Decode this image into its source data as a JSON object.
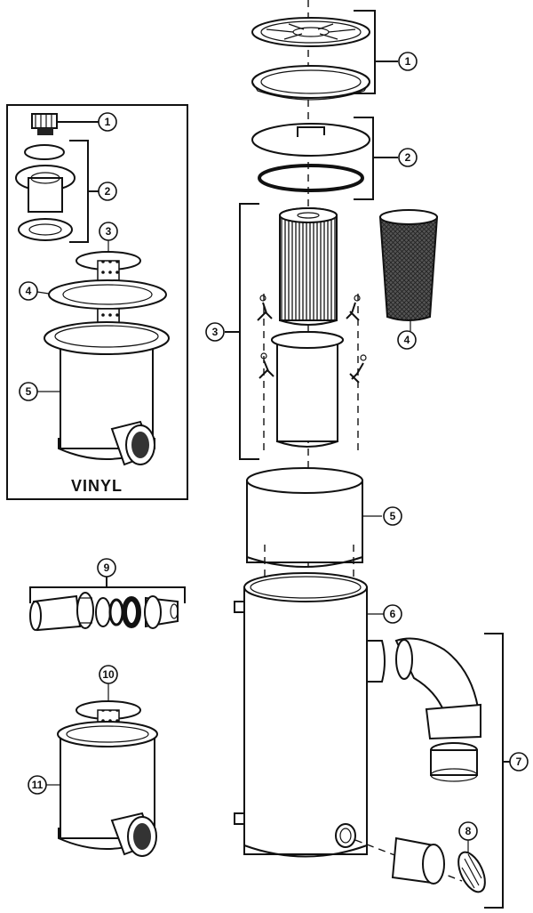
{
  "diagram": {
    "inset_label": "VINYL",
    "main_callouts": [
      "1",
      "2",
      "3",
      "4",
      "5",
      "6",
      "7",
      "8"
    ],
    "inset_callouts": [
      "1",
      "2",
      "3",
      "4",
      "5"
    ],
    "fitting_callouts": [
      "9"
    ],
    "lower_inset_callouts": [
      "10",
      "11"
    ]
  }
}
